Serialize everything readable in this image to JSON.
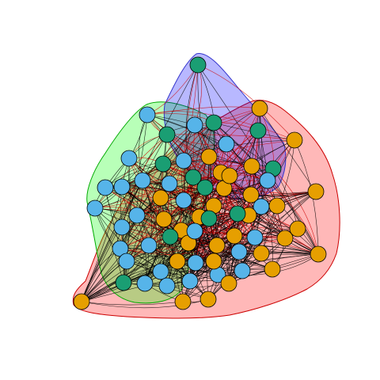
{
  "graph": {
    "colors": {
      "orange": "#E69F00",
      "blue": "#56B4E9",
      "green": "#1A9E73",
      "node_stroke": "#000000",
      "edge_black": "#000000",
      "edge_red": "#CC0000",
      "group_red_fill": "#FF0000",
      "group_red_stroke": "#CC0000",
      "group_green_fill": "#00FF00",
      "group_green_stroke": "#00AA00",
      "group_blue_fill": "#0000FF",
      "group_blue_stroke": "#3333CC"
    },
    "groups": [
      {
        "name": "red-group",
        "fill": "group_red_fill",
        "stroke": "group_red_stroke"
      },
      {
        "name": "green-group",
        "fill": "group_green_fill",
        "stroke": "group_green_stroke"
      },
      {
        "name": "blue-group",
        "fill": "group_blue_fill",
        "stroke": "group_blue_stroke"
      }
    ],
    "node_count": 70
  }
}
